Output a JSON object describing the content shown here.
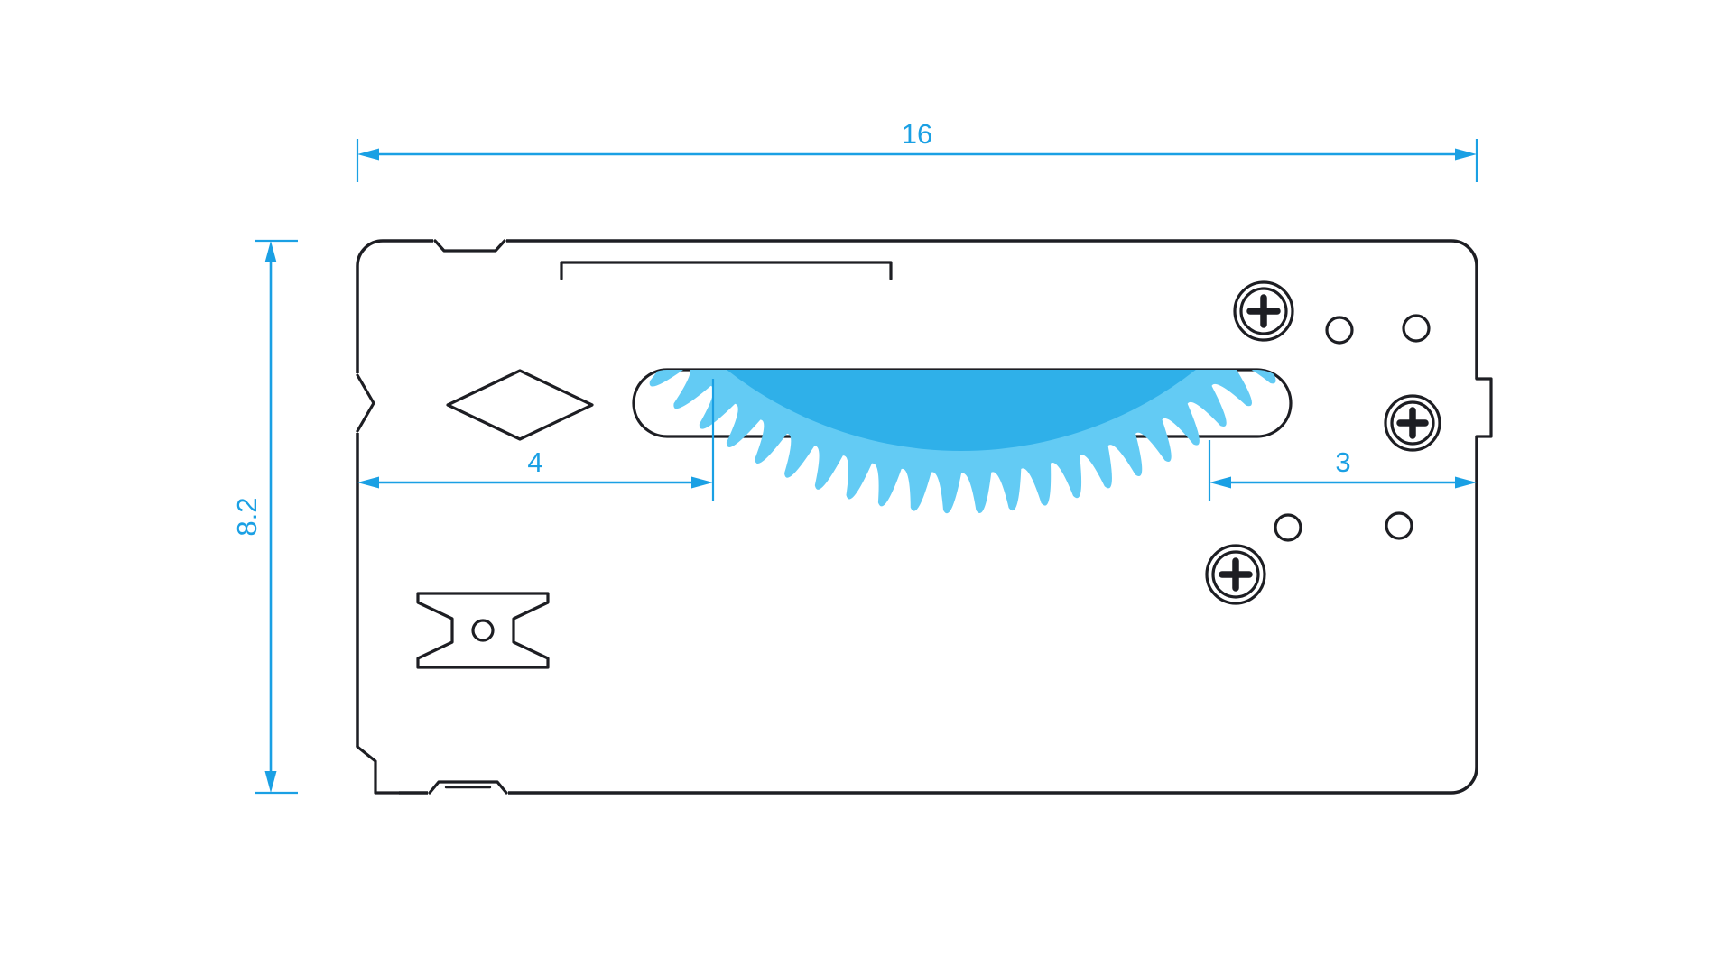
{
  "colors": {
    "background": "#ffffff",
    "line": "#1d1e23",
    "accent": "#1aa0e4",
    "blade_light": "#63cbf4",
    "blade_dark": "#2fb0e9"
  },
  "dimensions": {
    "width": "16",
    "height": "8.2",
    "left_offset": "4",
    "right_offset": "3"
  }
}
